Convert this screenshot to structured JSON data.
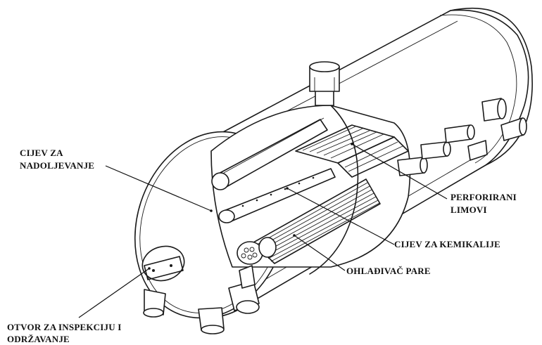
{
  "labels": {
    "fill_pipe": [
      "CIJEV ZA",
      "NADOLJEVANJE"
    ],
    "perforated_sheets": [
      "PERFORIRANI",
      "LIMOVI"
    ],
    "chemicals_pipe": "CIJEV ZA KEMIKALIJE",
    "steam_cooler": "OHLAĐIVAČ PARE",
    "inspection_opening": [
      "OTVOR ZA INSPEKCIJU I",
      "ODRŽAVANJE"
    ]
  }
}
